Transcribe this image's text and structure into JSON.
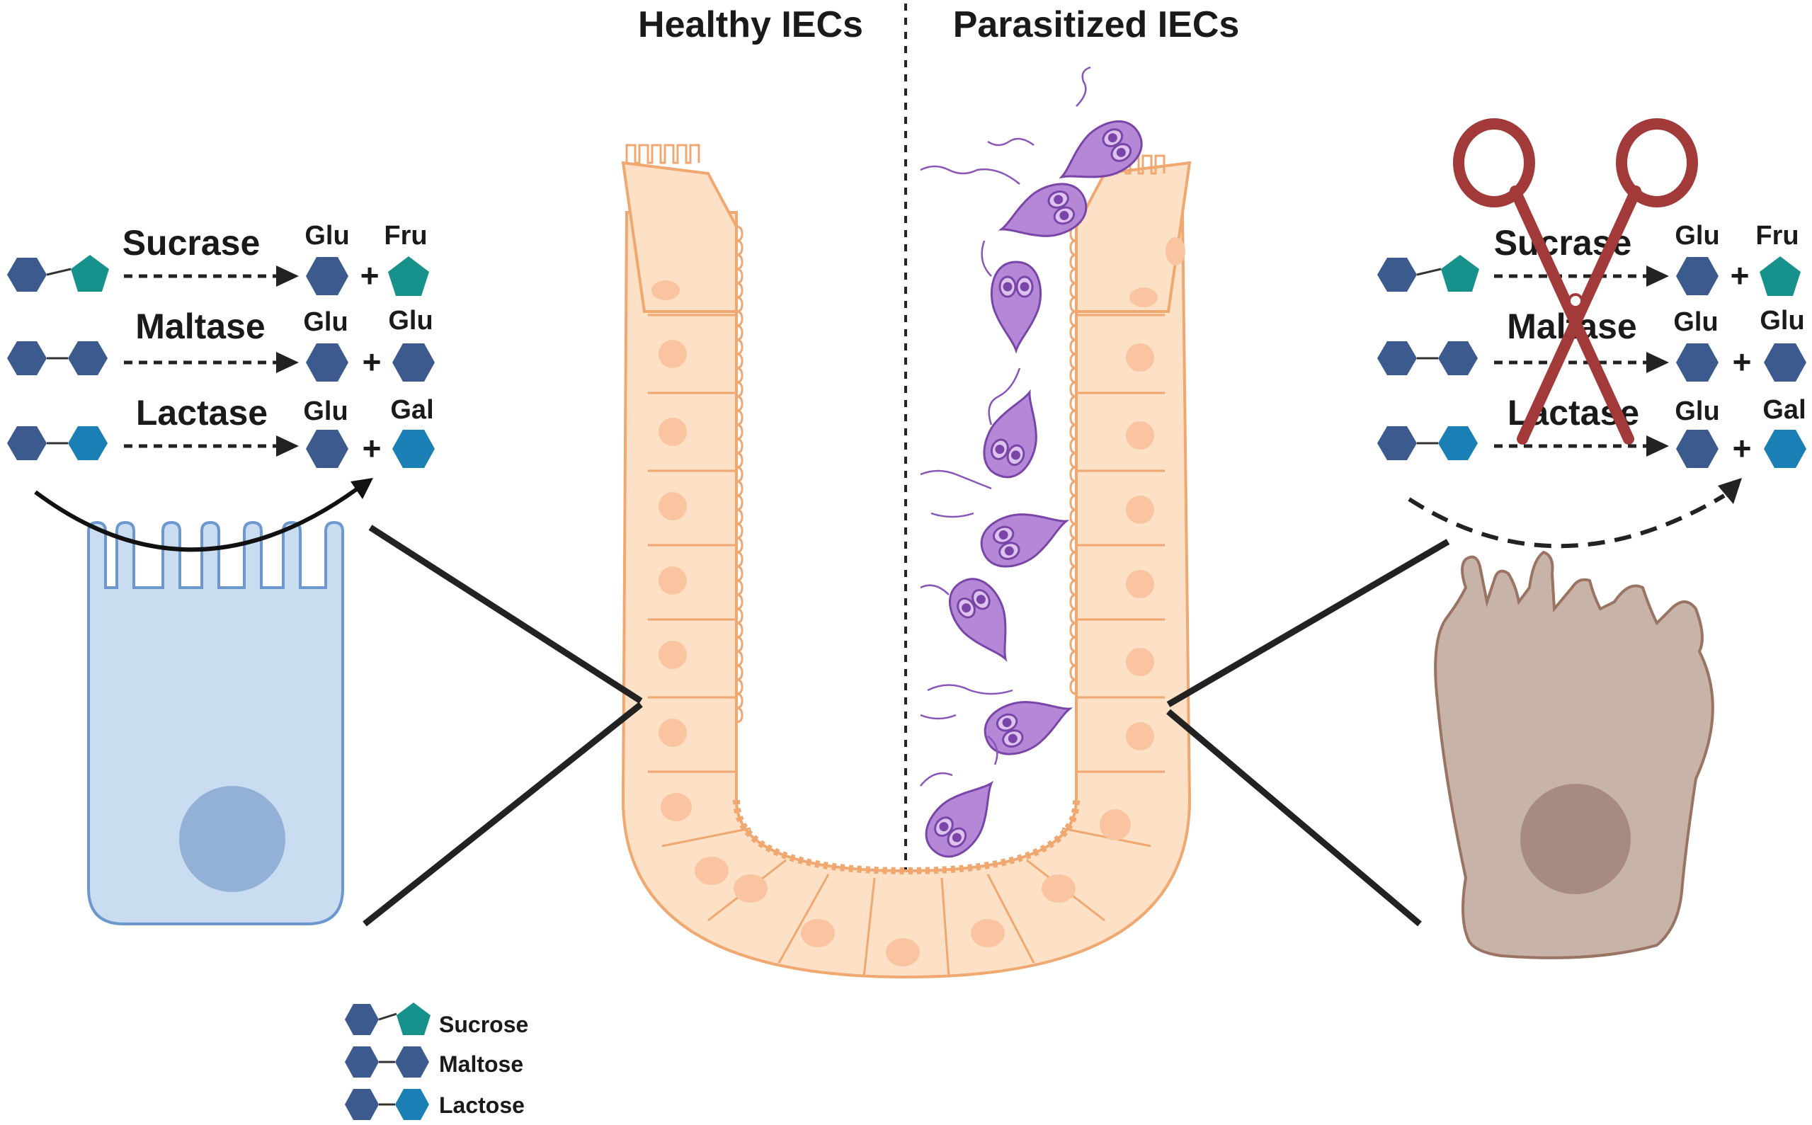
{
  "headers": {
    "healthy": "Healthy IECs",
    "parasitized": "Parasitized IECs"
  },
  "reactions_left": [
    {
      "enzyme": "Sucrase",
      "product_a": "Glu",
      "product_b": "Fru"
    },
    {
      "enzyme": "Maltase",
      "product_a": "Glu",
      "product_b": "Glu"
    },
    {
      "enzyme": "Lactase",
      "product_a": "Glu",
      "product_b": "Gal"
    }
  ],
  "reactions_right": [
    {
      "enzyme": "Sucrase",
      "product_a": "Glu",
      "product_b": "Fru"
    },
    {
      "enzyme": "Maltase",
      "product_a": "Glu",
      "product_b": "Glu"
    },
    {
      "enzyme": "Lactase",
      "product_a": "Glu",
      "product_b": "Gal"
    }
  ],
  "operator": "+",
  "legend": [
    {
      "label": "Sucrose"
    },
    {
      "label": "Maltose"
    },
    {
      "label": "Lactose"
    }
  ],
  "colors": {
    "glucose": "#3d5a8f",
    "fructose": "#17918b",
    "galactose": "#1a7fb5",
    "healthy_cell_fill": "#c9dcf0",
    "healthy_cell_stroke": "#6d98cf",
    "healthy_nucleus": "#93b0d6",
    "damaged_cell_fill": "#c7b3a8",
    "damaged_cell_stroke": "#9a7363",
    "damaged_nucleus": "#a78b80",
    "epithelium_fill": "#fde1c6",
    "epithelium_stroke": "#f0a870",
    "epithelium_nucleus": "#fbc4a0",
    "parasite_fill": "#b488d6",
    "parasite_stroke": "#7a45a8",
    "scissors": "#a33a3a"
  },
  "icons": [
    "scissors-icon",
    "giardia-parasite-icon",
    "hexagon-glucose-icon",
    "pentagon-fructose-icon"
  ]
}
